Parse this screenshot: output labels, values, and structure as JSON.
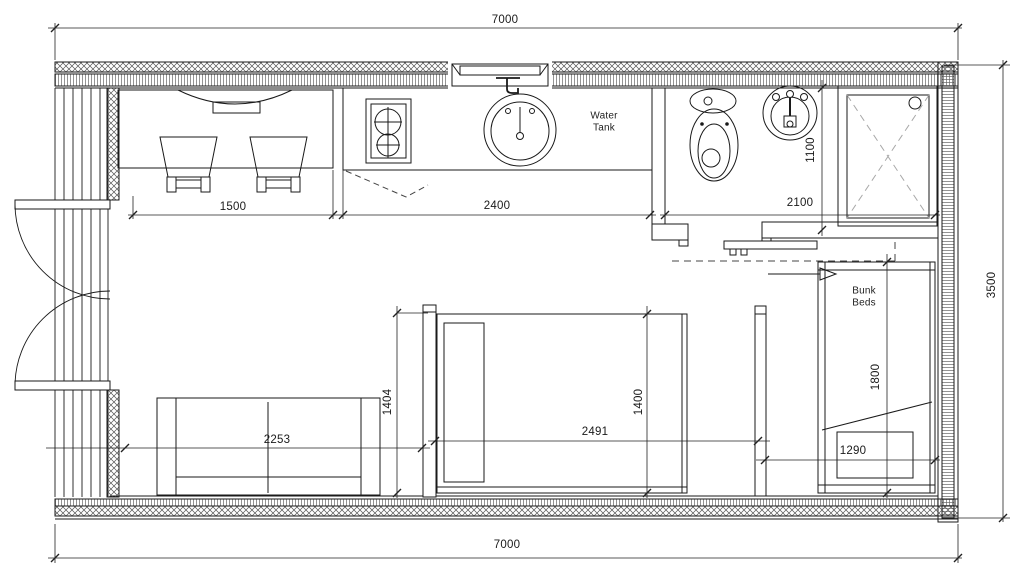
{
  "drawing": {
    "labels": {
      "water_tank_line1": "Water",
      "water_tank_line2": "Tank",
      "bunk_beds_line1": "Bunk",
      "bunk_beds_line2": "Beds"
    },
    "dimensions": {
      "overall_width_top": "7000",
      "overall_width_bottom": "7000",
      "overall_depth": "3500",
      "dining_width": "1500",
      "kitchen_width": "2400",
      "bathroom_width": "2100",
      "bathroom_depth": "1100",
      "sofa_width": "2253",
      "sofa_zone_depth": "1404",
      "bed_width": "2491",
      "bed_zone_depth": "1400",
      "bunk_bed_length": "1800",
      "bunk_bed_width": "1290"
    },
    "line_color": "#1a1a1a",
    "hatch_color": "#555555",
    "dashed_color": "#a0a0a0"
  }
}
